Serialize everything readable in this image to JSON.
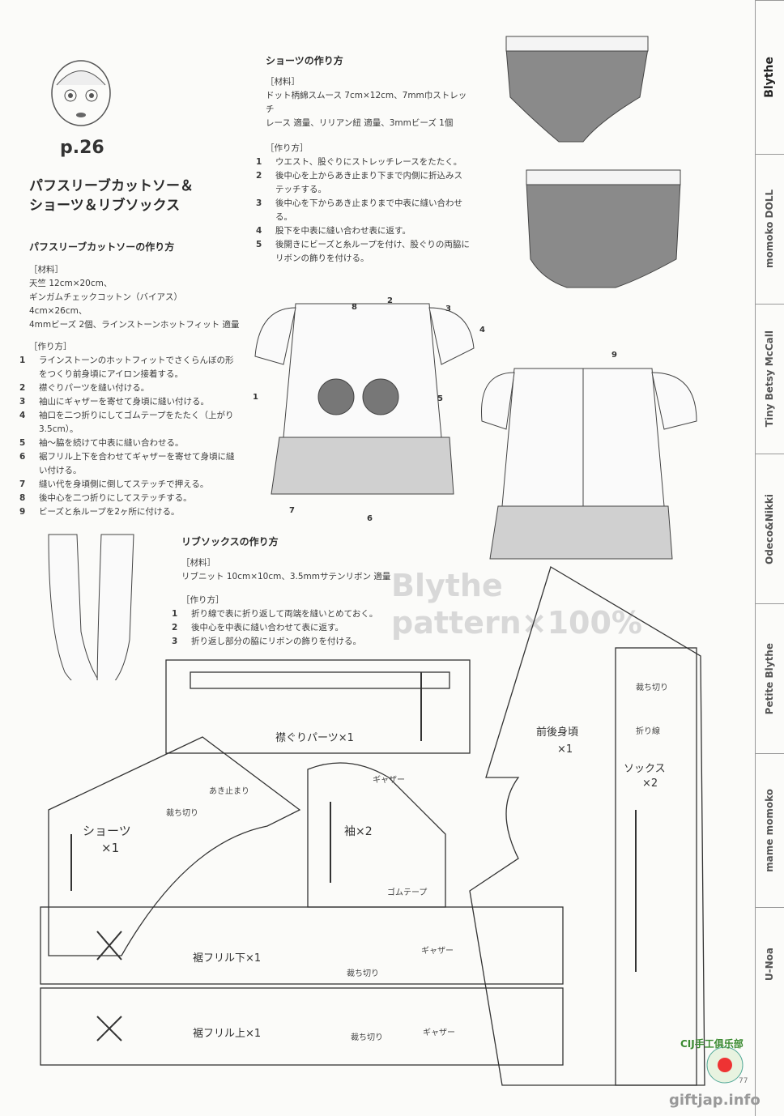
{
  "page_number": "p.26",
  "title_lines": [
    "パフスリーブカットソー＆",
    "ショーツ＆リブソックス"
  ],
  "cutsew": {
    "heading": "パフスリーブカットソーの作り方",
    "materials_label": "［材料］",
    "materials": [
      "天竺 12cm×20cm、",
      "ギンガムチェックコットン（バイアス）4cm×26cm、",
      "4mmビーズ 2個、ラインストーンホットフィット 適量"
    ],
    "steps_label": "［作り方］",
    "steps": [
      {
        "n": "1",
        "text": "ラインストーンのホットフィットでさくらんぼの形をつくり前身頃にアイロン接着する。"
      },
      {
        "n": "2",
        "text": "襟ぐりパーツを縫い付ける。"
      },
      {
        "n": "3",
        "text": "袖山にギャザーを寄せて身頃に縫い付ける。"
      },
      {
        "n": "4",
        "text": "袖口を二つ折りにしてゴムテープをたたく（上がり3.5cm）。"
      },
      {
        "n": "5",
        "text": "袖～脇を続けて中表に縫い合わせる。"
      },
      {
        "n": "6",
        "text": "裾フリル上下を合わせてギャザーを寄せて身頃に縫い付ける。"
      },
      {
        "n": "7",
        "text": "縫い代を身頃側に倒してステッチで押える。"
      },
      {
        "n": "8",
        "text": "後中心を二つ折りにしてステッチする。"
      },
      {
        "n": "9",
        "text": "ビーズと糸ループを2ヶ所に付ける。"
      }
    ]
  },
  "shorts": {
    "heading": "ショーツの作り方",
    "materials_label": "［材料］",
    "materials": [
      "ドット柄綿スムース 7cm×12cm、7mm巾ストレッチ",
      "レース 適量、リリアン紐 適量、3mmビーズ 1個"
    ],
    "steps_label": "［作り方］",
    "steps": [
      {
        "n": "1",
        "text": "ウエスト、股ぐりにストレッチレースをたたく。"
      },
      {
        "n": "2",
        "text": "後中心を上からあき止まり下まで内側に折込みステッチする。"
      },
      {
        "n": "3",
        "text": "後中心を下からあき止まりまで中表に縫い合わせる。"
      },
      {
        "n": "4",
        "text": "股下を中表に縫い合わせ表に返す。"
      },
      {
        "n": "5",
        "text": "後開きにビーズと糸ループを付け、股ぐりの両脇にリボンの飾りを付ける。"
      }
    ]
  },
  "socks": {
    "heading": "リブソックスの作り方",
    "materials_label": "［材料］",
    "materials": [
      "リブニット 10cm×10cm、3.5mmサテンリボン 適量"
    ],
    "steps_label": "［作り方］",
    "steps": [
      {
        "n": "1",
        "text": "折り線で表に折り返して両端を縫いとめておく。"
      },
      {
        "n": "2",
        "text": "後中心を中表に縫い合わせて表に返す。"
      },
      {
        "n": "3",
        "text": "折り返し部分の脇にリボンの飾りを付ける。"
      }
    ]
  },
  "watermark": [
    "Blythe",
    "pattern×100%"
  ],
  "pattern_labels": {
    "collar": "襟ぐりパーツ×1",
    "body": "前後身頃",
    "body_count": "×1",
    "cut1": "裁ち切り",
    "fold": "折り線",
    "socks": "ソックス",
    "socks_count": "×2",
    "shorts": "ショーツ",
    "shorts_count": "×1",
    "opening": "あき止まり",
    "cut2": "裁ち切り",
    "gather1": "ギャザー",
    "sleeve": "袖×2",
    "elastic": "ゴムテープ",
    "frill_lower": "裾フリル下×1",
    "gather2": "ギャザー",
    "cut3": "裁ち切り",
    "frill_upper": "裾フリル上×1",
    "cut4": "裁ち切り",
    "gather3": "ギャザー"
  },
  "callouts": [
    "1",
    "2",
    "3",
    "4",
    "5",
    "6",
    "7",
    "8",
    "9"
  ],
  "side_tabs": [
    "Blythe",
    "momoko DOLL",
    "Tiny Betsy McCall",
    "Odeco&Nikki",
    "Petite Blythe",
    "mame momoko",
    "U-Noa"
  ],
  "footer": {
    "site": "giftjap.info",
    "logo_text": "CIJ手工俱乐部",
    "page": "77"
  }
}
